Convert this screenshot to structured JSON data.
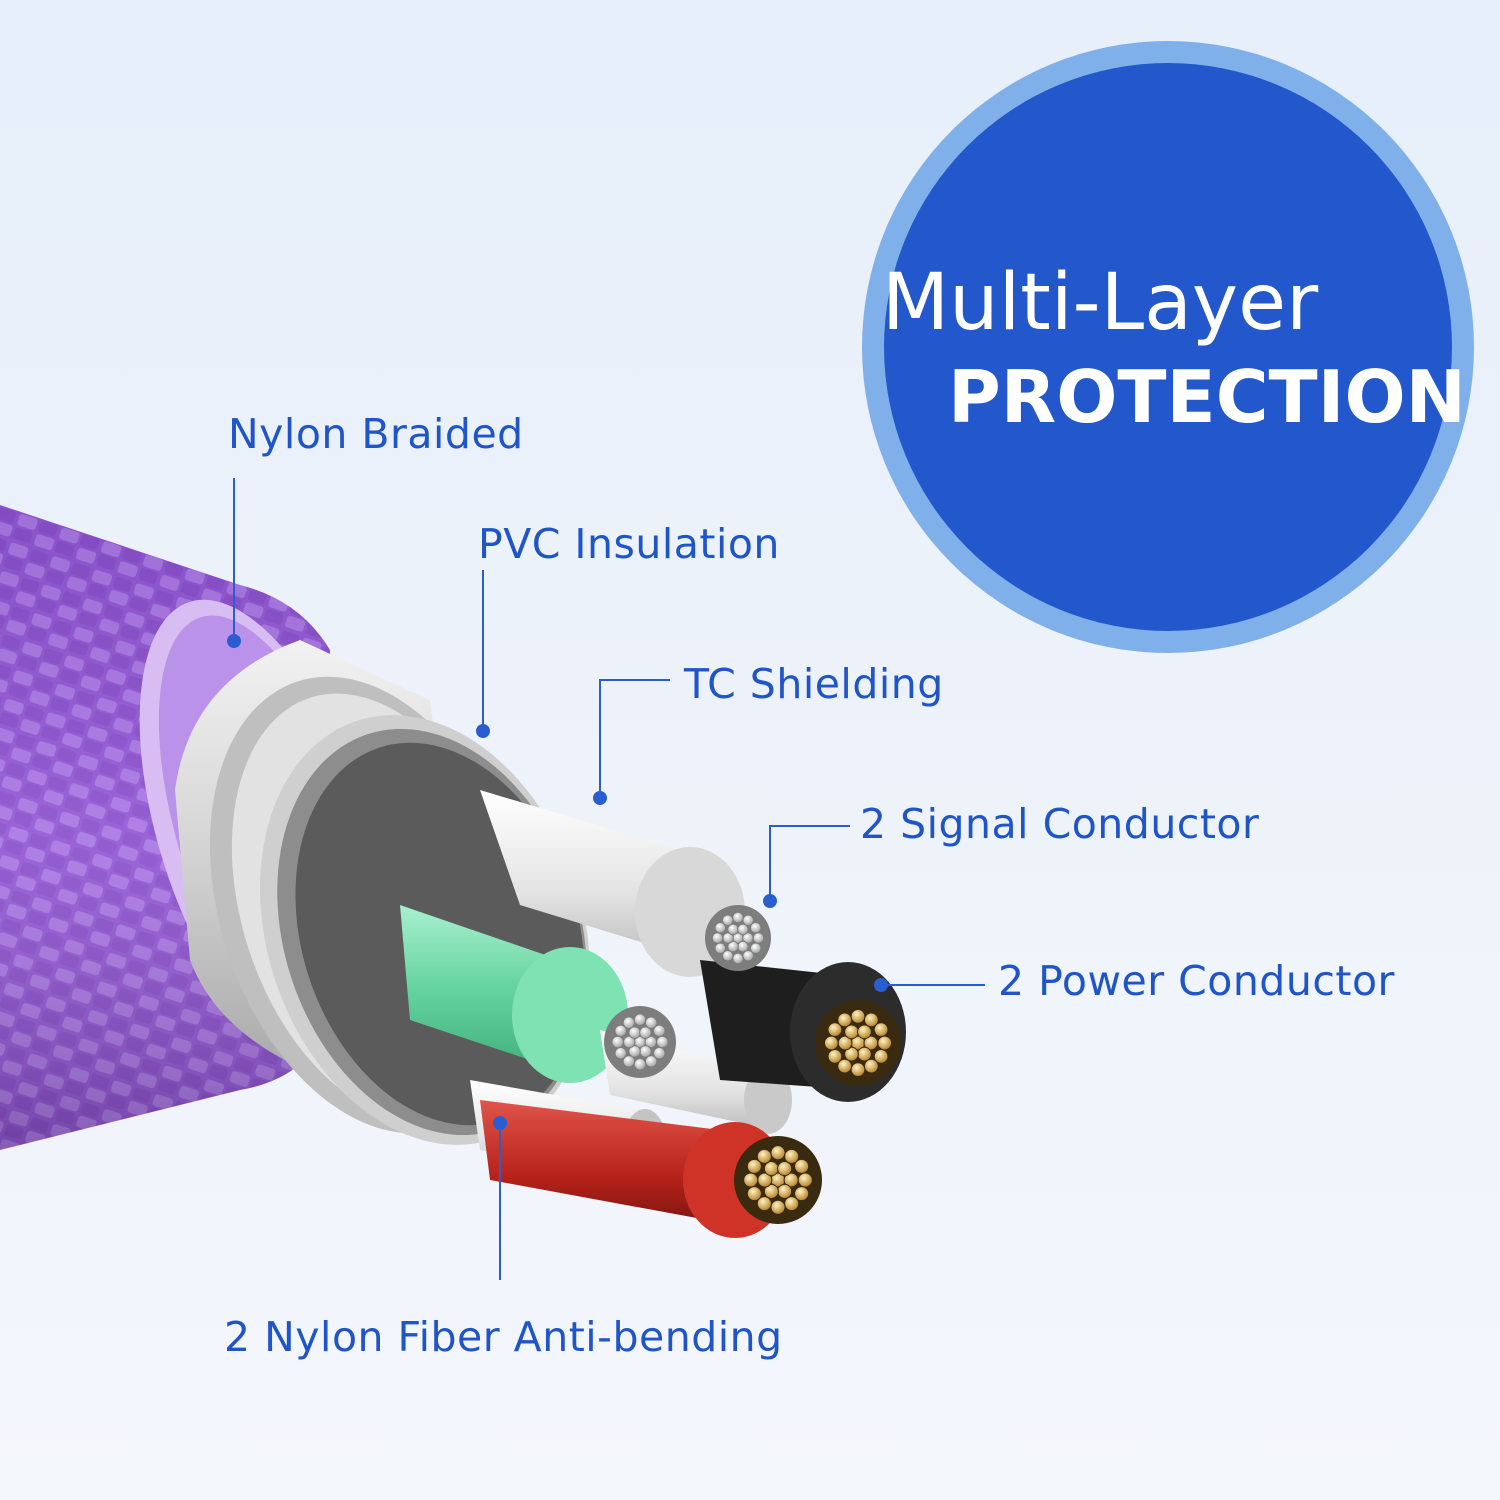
{
  "badge": {
    "line1": "Multi-Layer",
    "line2": "PROTECTION"
  },
  "callouts": [
    {
      "id": "nylon-braided",
      "label": "Nylon Braided"
    },
    {
      "id": "pvc-insulation",
      "label": "PVC Insulation"
    },
    {
      "id": "tc-shielding",
      "label": "TC Shielding"
    },
    {
      "id": "signal-conductor",
      "label": "2 Signal Conductor"
    },
    {
      "id": "power-conductor",
      "label": "2 Power Conductor"
    },
    {
      "id": "nylon-fiber",
      "label": "2 Nylon Fiber Anti-bending"
    }
  ],
  "colors": {
    "accent": "#1f55c9",
    "badge_fill": "#2258cc",
    "badge_ring": "#7fb0ea",
    "braid": "#9a62d6",
    "copper": "#d9ad4a",
    "green_insulation": "#6fd9a8",
    "red_insulation": "#c7281e"
  }
}
